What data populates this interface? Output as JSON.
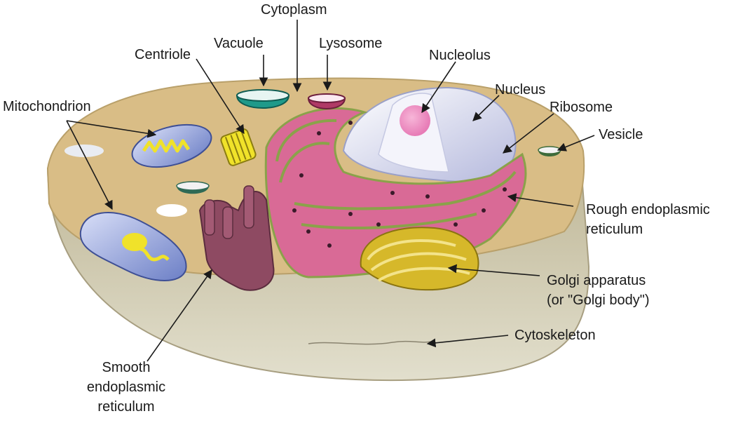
{
  "labels": {
    "cytoplasm": "Cytoplasm",
    "vacuole": "Vacuole",
    "lysosome": "Lysosome",
    "centriole": "Centriole",
    "nucleolus": "Nucleolus",
    "nucleus": "Nucleus",
    "ribosome": "Ribosome",
    "vesicle": "Vesicle",
    "mitochondrion": "Mitochondrion",
    "rough_er": [
      "Rough endoplasmic",
      "reticulum"
    ],
    "golgi": [
      "Golgi apparatus",
      "(or \"Golgi body\")"
    ],
    "cytoskeleton": "Cytoskeleton",
    "smooth_er": [
      "Smooth",
      "endoplasmic",
      "reticulum"
    ]
  },
  "colors": {
    "cytoplasm": "#d9bd86",
    "cell_body": "#cfc9b3",
    "rough_er": "#d96a96",
    "smooth_er": "#8e4a62",
    "golgi": "#d6b82a",
    "mitochondrion": "#8f9ed6",
    "nucleus": "#e4e6f4",
    "nucleolus": "#e77bb6",
    "vacuole": "#1f9a8a",
    "lysosome": "#b03a66",
    "centriole": "#f0e22a"
  }
}
